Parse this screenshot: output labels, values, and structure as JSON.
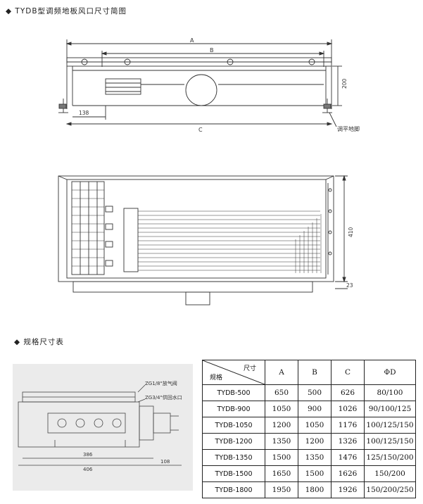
{
  "titles": {
    "main": "◆ TYDB型调频地板风口尺寸简图",
    "spec": "◆ 规格尺寸表"
  },
  "top_view": {
    "dim_A": "A",
    "dim_B": "B",
    "dim_C": "C",
    "dim_200": "200",
    "dim_138": "138",
    "foot_label": "调平地脚"
  },
  "front_view": {
    "dim_410": "410",
    "dim_23": "23"
  },
  "small_view": {
    "label_zg18": "ZG1/8\"放气阀",
    "label_zg34": "ZG3/4\"供回水口",
    "dim_386": "386",
    "dim_406": "406",
    "dim_108": "108"
  },
  "table": {
    "corner_top": "尺寸",
    "corner_bottom": "规格",
    "headers": [
      "A",
      "B",
      "C",
      "ΦD"
    ],
    "rows": [
      {
        "model": "TYDB-500",
        "a": "650",
        "b": "500",
        "c": "626",
        "d": "80/100"
      },
      {
        "model": "TYDB-900",
        "a": "1050",
        "b": "900",
        "c": "1026",
        "d": "90/100/125"
      },
      {
        "model": "TYDB-1050",
        "a": "1200",
        "b": "1050",
        "c": "1176",
        "d": "100/125/150"
      },
      {
        "model": "TYDB-1200",
        "a": "1350",
        "b": "1200",
        "c": "1326",
        "d": "100/125/150"
      },
      {
        "model": "TYDB-1350",
        "a": "1500",
        "b": "1350",
        "c": "1476",
        "d": "125/150/200"
      },
      {
        "model": "TYDB-1500",
        "a": "1650",
        "b": "1500",
        "c": "1626",
        "d": "150/200"
      },
      {
        "model": "TYDB-1800",
        "a": "1950",
        "b": "1800",
        "c": "1926",
        "d": "150/200/250"
      }
    ]
  }
}
